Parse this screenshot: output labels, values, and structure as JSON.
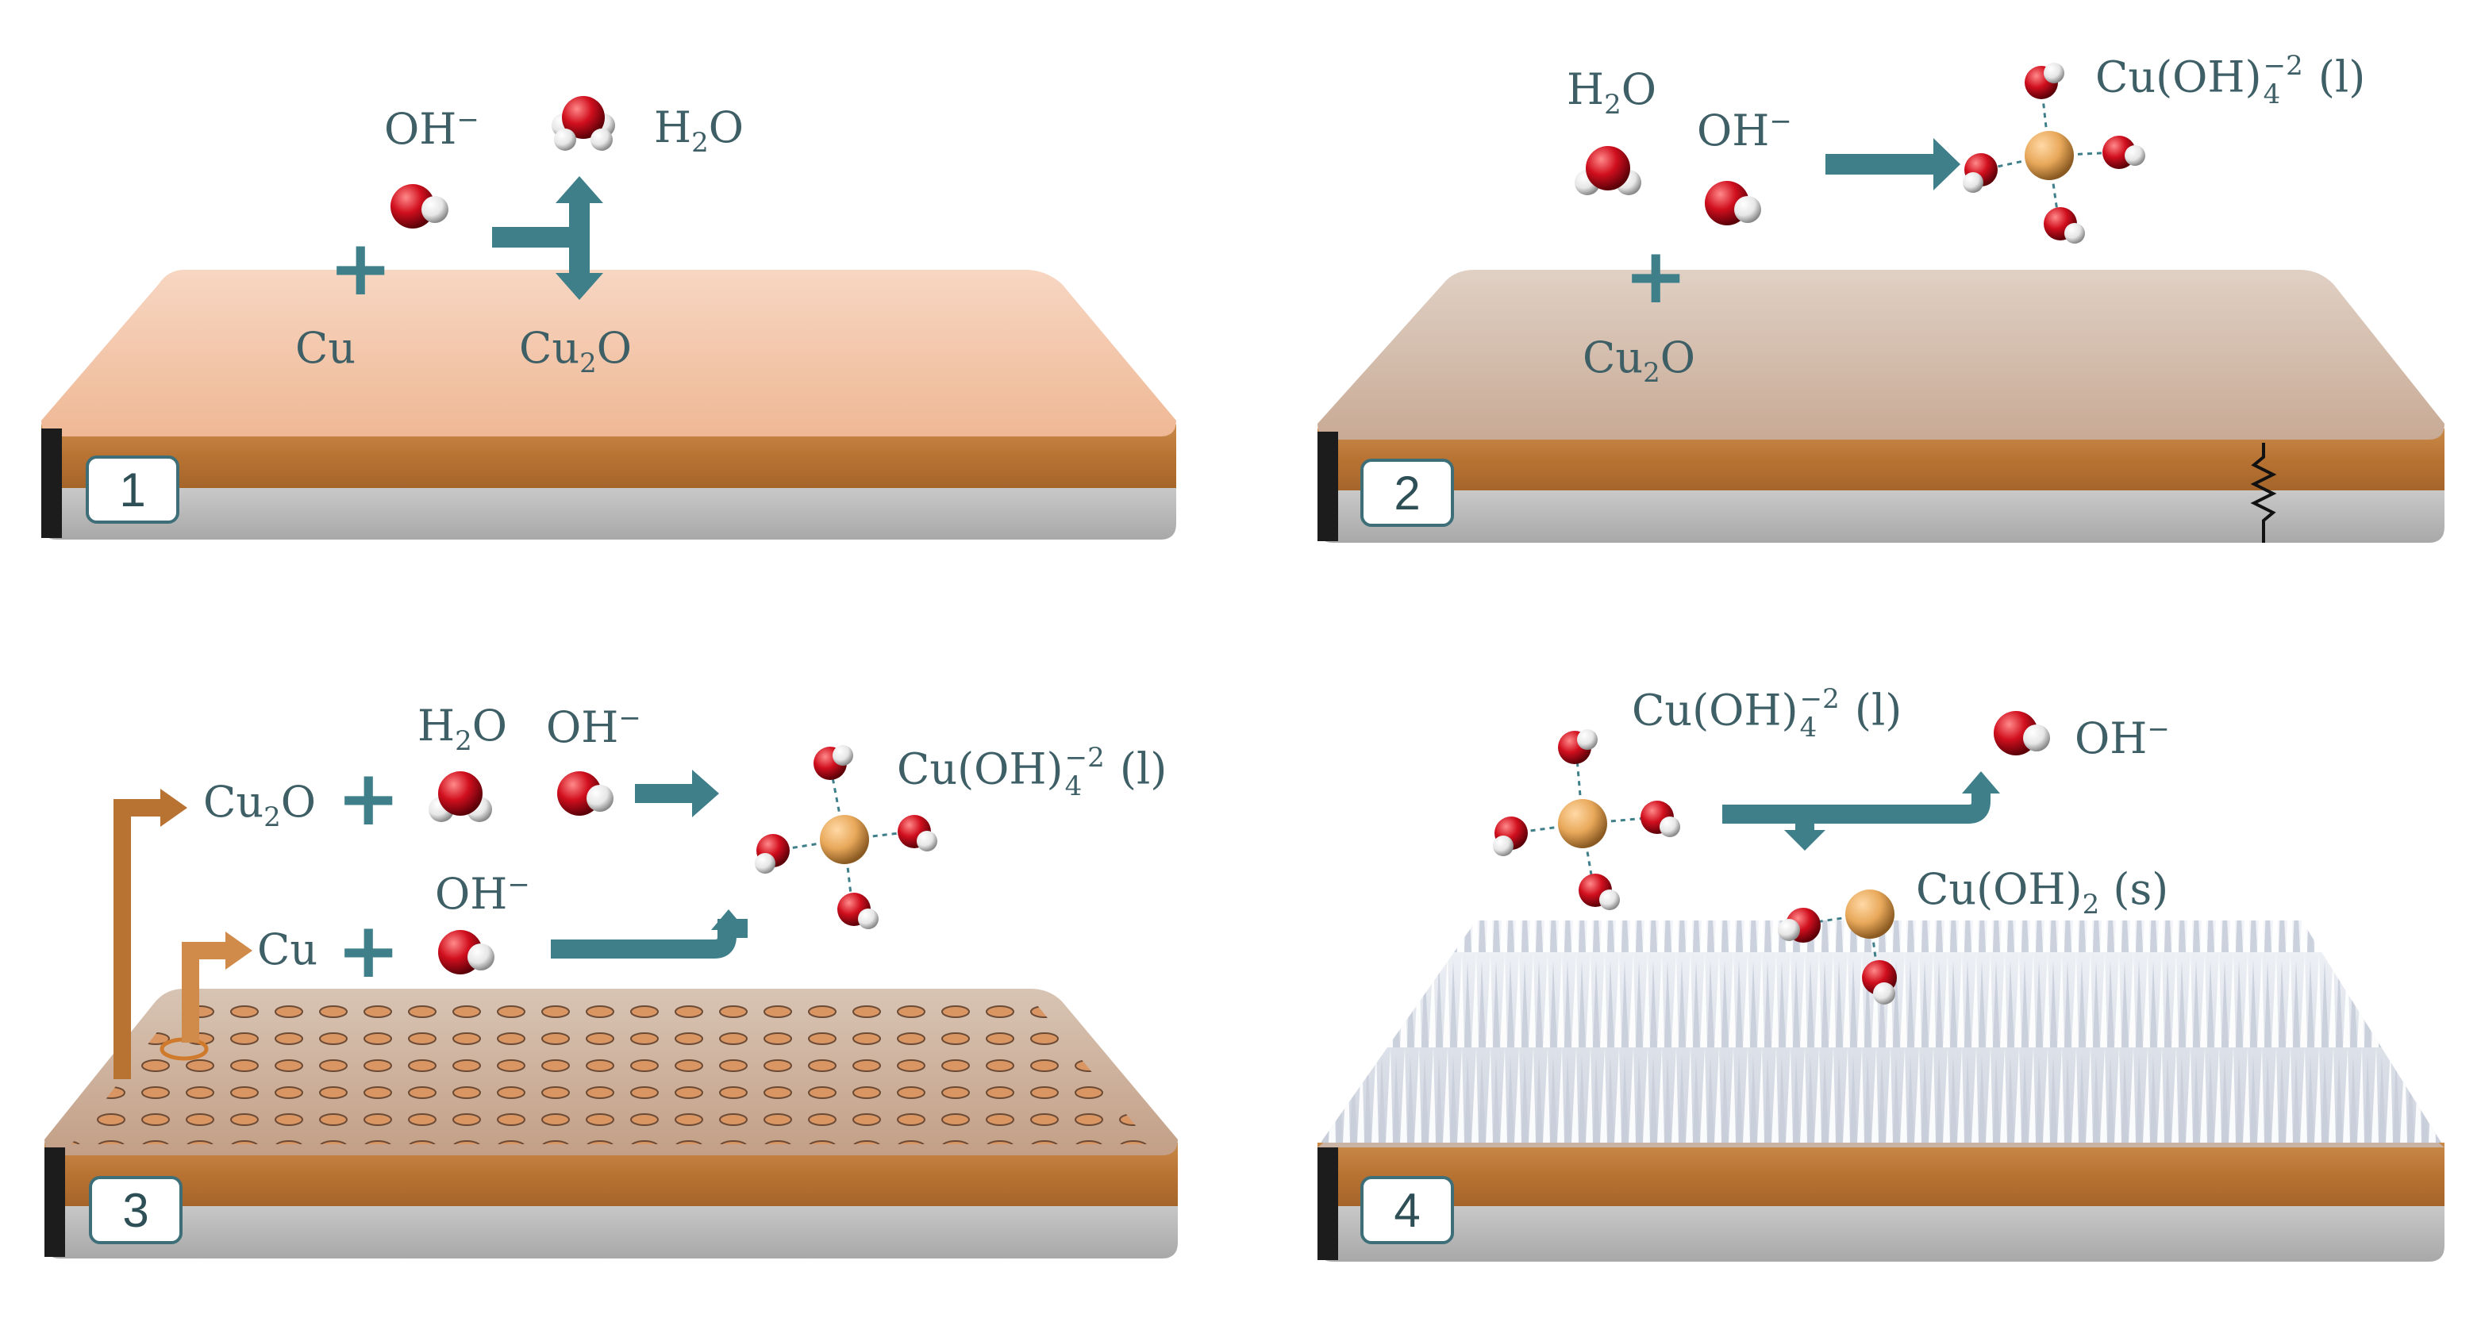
{
  "panels": [
    {
      "number": "1",
      "labels": {
        "oh": "OH",
        "oh_charge": "−",
        "h2o_a": "H",
        "h2o_sub": "2",
        "h2o_b": "O",
        "cu": "Cu",
        "cu2o_a": "Cu",
        "cu2o_sub": "2",
        "cu2o_b": "O"
      }
    },
    {
      "number": "2",
      "labels": {
        "h2o_a": "H",
        "h2o_sub": "2",
        "h2o_b": "O",
        "oh": "OH",
        "oh_charge": "−",
        "complex_a": "Cu(OH)",
        "complex_sup": "−2",
        "complex_sub": "4",
        "complex_b": "(l)",
        "cu2o_a": "Cu",
        "cu2o_sub": "2",
        "cu2o_b": "O"
      }
    },
    {
      "number": "3",
      "labels": {
        "h2o_a": "H",
        "h2o_sub": "2",
        "h2o_b": "O",
        "oh_top": "OH",
        "oh_top_charge": "−",
        "cu2o_a": "Cu",
        "cu2o_sub": "2",
        "cu2o_b": "O",
        "complex_a": "Cu(OH)",
        "complex_sup": "−2",
        "complex_sub": "4",
        "complex_b": "(l)",
        "oh_mid": "OH",
        "oh_mid_charge": "−",
        "cu": "Cu"
      }
    },
    {
      "number": "4",
      "labels": {
        "complex_a": "Cu(OH)",
        "complex_sup": "−2",
        "complex_sub": "4",
        "complex_b": "(l)",
        "oh": "OH",
        "oh_charge": "−",
        "solid_a": "Cu(OH)",
        "solid_sub": "2",
        "solid_b": "(s)"
      }
    }
  ],
  "colors": {
    "arrow_teal": "#3e7f89",
    "label_text": "#3e5f66",
    "copper_layer": "#b87333",
    "copper_top_fresh": "#f2c8b0",
    "oxide_top": "#d6c2b4",
    "substrate_gray": "#bdbdbd",
    "oxygen_red": "#d10f1e",
    "hydrogen_white": "#f0f0f0",
    "copper_atom": "#e8a85a",
    "nanowire": "#e4e8f0"
  }
}
